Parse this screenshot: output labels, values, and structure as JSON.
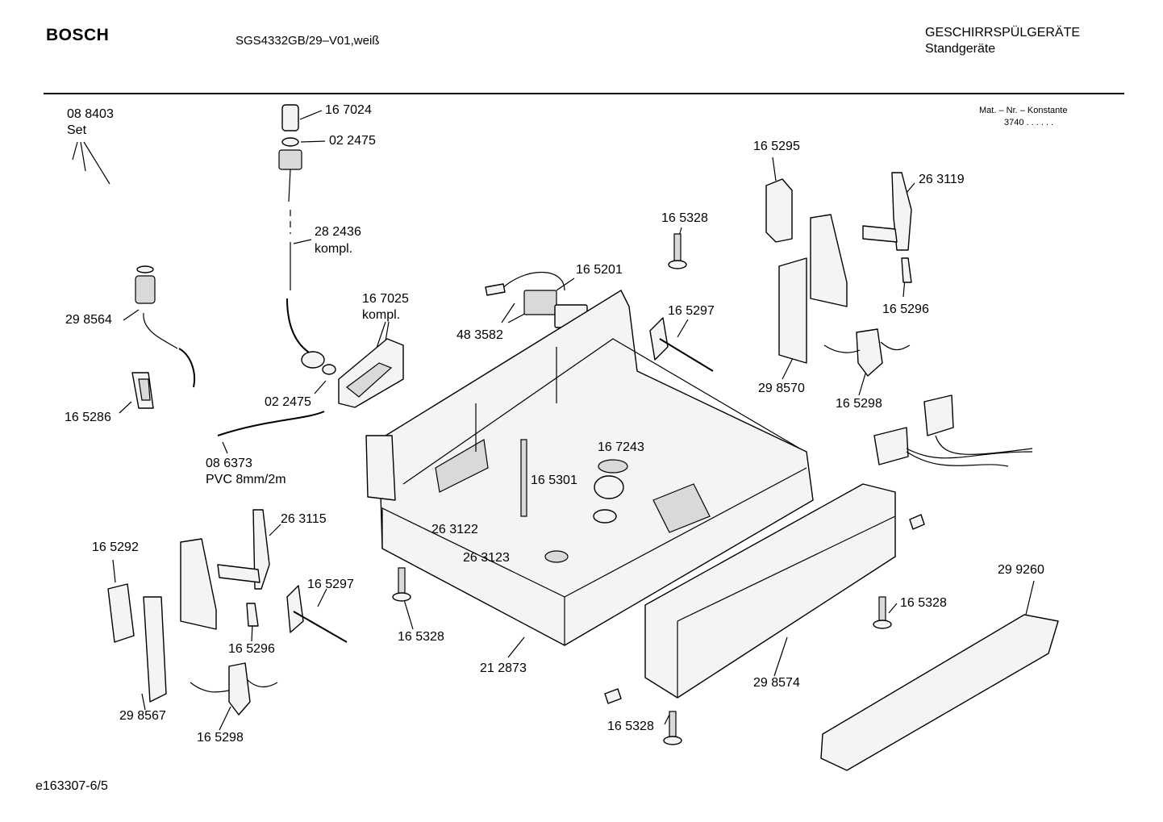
{
  "header": {
    "brand": "BOSCH",
    "model": "SGS4332GB/29–V01,weiß",
    "category_line1": "GESCHIRRSPÜLGERÄTE",
    "category_line2": "Standgeräte"
  },
  "material_note": {
    "line1": "Mat. – Nr. – Konstante",
    "line2": "3740  .  .  .  .  .  ."
  },
  "parts": [
    {
      "id": "p01",
      "text": "08 8403"
    },
    {
      "id": "p02",
      "text": "Set"
    },
    {
      "id": "p03",
      "text": "16 7024"
    },
    {
      "id": "p04",
      "text": "02 2475"
    },
    {
      "id": "p05",
      "text": "28 2436"
    },
    {
      "id": "p06",
      "text": "kompl."
    },
    {
      "id": "p07",
      "text": "16 7025"
    },
    {
      "id": "p08",
      "text": "kompl."
    },
    {
      "id": "p09",
      "text": "29 8564"
    },
    {
      "id": "p10",
      "text": "02 2475"
    },
    {
      "id": "p11",
      "text": "16 5286"
    },
    {
      "id": "p12",
      "text": "08 6373"
    },
    {
      "id": "p13",
      "text": "PVC 8mm/2m"
    },
    {
      "id": "p14",
      "text": "16 5201"
    },
    {
      "id": "p15",
      "text": "48 3582"
    },
    {
      "id": "p16",
      "text": "16 5328"
    },
    {
      "id": "p17",
      "text": "16 5297"
    },
    {
      "id": "p18",
      "text": "16 5295"
    },
    {
      "id": "p19",
      "text": "26 3119"
    },
    {
      "id": "p20",
      "text": "16 5296"
    },
    {
      "id": "p21",
      "text": "29 8570"
    },
    {
      "id": "p22",
      "text": "16 5298"
    },
    {
      "id": "p23",
      "text": "16 7243"
    },
    {
      "id": "p24",
      "text": "16 5301"
    },
    {
      "id": "p25",
      "text": "26 3122"
    },
    {
      "id": "p26",
      "text": "26 3123"
    },
    {
      "id": "p27",
      "text": "26 3115"
    },
    {
      "id": "p28",
      "text": "16 5292"
    },
    {
      "id": "p29",
      "text": "16 5297"
    },
    {
      "id": "p30",
      "text": "16 5296"
    },
    {
      "id": "p31",
      "text": "16 5328"
    },
    {
      "id": "p32",
      "text": "21 2873"
    },
    {
      "id": "p33",
      "text": "29 8567"
    },
    {
      "id": "p34",
      "text": "16 5298"
    },
    {
      "id": "p35",
      "text": "29 9260"
    },
    {
      "id": "p36",
      "text": "16 5328"
    },
    {
      "id": "p37",
      "text": "29 8574"
    },
    {
      "id": "p38",
      "text": "16 5328"
    }
  ],
  "footer": {
    "code": "e163307-6/5"
  }
}
